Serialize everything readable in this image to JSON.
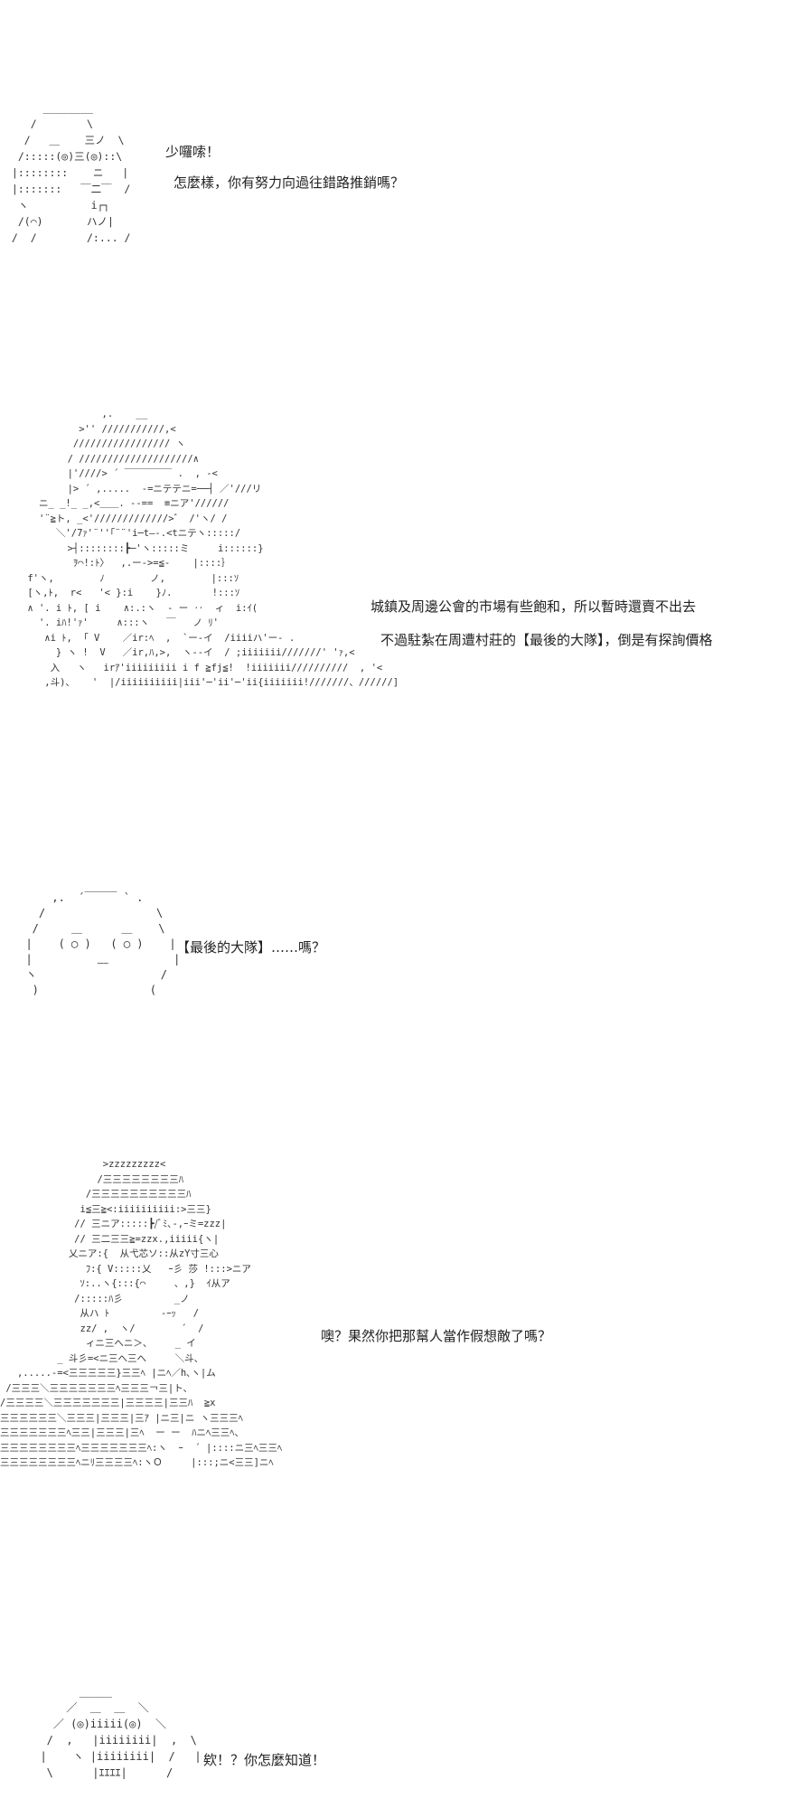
{
  "panels": [
    {
      "art": "      ________\n    /        \\\n   /   ＿    三ノ  \\\n  /:::::(◎)三(◎)::\\\n |::::::::    ニ   |\n |:::::::   ￣二￣  /\n  ヽ          i┌┐\n  /(⌒)       ハノ|\n /  /        /:... /",
      "lines": [
        "少囉嗦！",
        "怎麼樣，你有努力向過往錯路推銷嗎？"
      ]
    },
    {
      "art": "              ,.    __\n          >'' ///////////,<\n         ///////////////// ヽ\n        / ////////////////////∧\n        |'////> ´ ￣￣￣￣￣ .  , -<\n        |> ´ ,.....  -=ニテテニ=──┤ ／'///リ\n   ニ_ _!_ _,<＿＿. -‐==  ≡ニア'//////\n   '¨≧ト, _<'/////////////>゛ /'ヽ/ /\n      ＼'/7ｧ'¨''｢¨¨'i─t―‐.<tニテヽ:::::/\n        >┤::::::::┣─'ヽ:::::ミ     i::::::}\n         ｦ⌒!:ﾄ〉  ,.ー‐>=≦-    |::::｝\n f'ヽ,        ﾉ        ノ,        |:::ｿ\n [ヽ,ﾄ,  r<   '< }:i    }ﾉ.       !:::ｿ\n ∧ '. i ﾄ, [ i    ∧:.:ヽ  - ー ‥  ィ  i:ｲ(\n   '. iﾊ!'ｧ'     ∧:::ヽ   ￣   ノ ﾘ'\n    ∧i ﾄ,  ｢ V    ／ir:ﾍ  ,  `ー‐イ  /iiiiハ'ー- .\n      } ヽ !  V   ／ir,ﾊ,>,  ヽ‐‐イ  / ;iiiiiii///////' 'ｧ,<\n     入   ヽ   irｱ'iiiiiiiii i f ≧fj≦!  !iiiiiii//////////  , '< \n    ,斗)、   '  |/iiiiiiiiii|iii'─'ii'─'ii{iiiiiii!///////、//////]",
      "lines": [
        "城鎮及周邊公會的市場有些飽和，所以暫時還賣不出去",
        "不過駐紮在周遭村莊的【最後的大隊】，倒是有探詢價格"
      ]
    },
    {
      "art": "      ,.  ´￣￣￣ ` .\n    /                 \\\n   /     ＿      ＿    \\\n  |    ( ◯ )   ( ◯ )    |\n  |          ﹏          |\n  ヽ                   /\n   )                 (",
      "lines": [
        "【最後的大隊】……嗎？"
      ]
    },
    {
      "art": "                  >zzzzzzzzz<\n                 /三三三三三三三三ﾊ\n               /三三三三三三三三三三ﾊ\n              i≦三≧<:iiiiiiiiii:>三三}\n             // 三ニア:::::┣/ﾞﾐ､‐,ｰミ=zzz|\n             // 三二三三≧=zzx.,iiiii{ヽ|\n            乂ニア:{  从弋芯ソ::从zY寸三心\n               ﾌ:{ V:::::乂   ｰ彡 莎 !:::>ニア\n              ｿ:..ヽ{:::{⌒     、,}  ｲ从ア\n             /:::::ﾊ彡         _ノ\n              从ハ ﾄ         -ｰｯ   /\n              zz/ ,  ヽ/        ´  /\n               ィニ三へニ＞、    _ イ\n          _ 斗彡=<ニ三へ三へ     ＼斗、\n   ,.....-=<三三三三三}三三ﾍ |ニﾍ／h､ヽ|ム\n /三三三＼三三三三三三三ﾍ三三三￢三|ト､\n/三三三三＼三三三三三三三|三三三三|三三ﾊ  ≧x\n三三三三三三＼三三三|三三三|三ｱ |ニ三|ニ ヽ三三三ﾍ\n三三三三三三三ﾍ三三|三三三|三ﾍ  ー ー  ﾊニﾍ三三ﾍ、\n三三三三三三三三ﾍ三三三三三三三ﾍ:ヽ  ｰ  ´ |::::ニ三ﾍ三三ﾍ\n三三三三三三三三ﾍニﾘ三三三三ﾍ:ヽＯ     |:::;ニ<三三]ニﾍ",
      "lines": [
        "噢？果然你把那幫人當作假想敵了嗎？"
      ]
    },
    {
      "art": "        _____\n      ／  ＿  ＿  ＼\n    ／ (◎)iiiii(◎)  ＼\n   /  ,   |iiiiiiii|  ,  \\\n  |    ヽ |iiiiiiii|  /   |\n   \\      |ｴｴｴｴ|      /",
      "lines": [
        "欸！？你怎麼知道！"
      ]
    }
  ]
}
